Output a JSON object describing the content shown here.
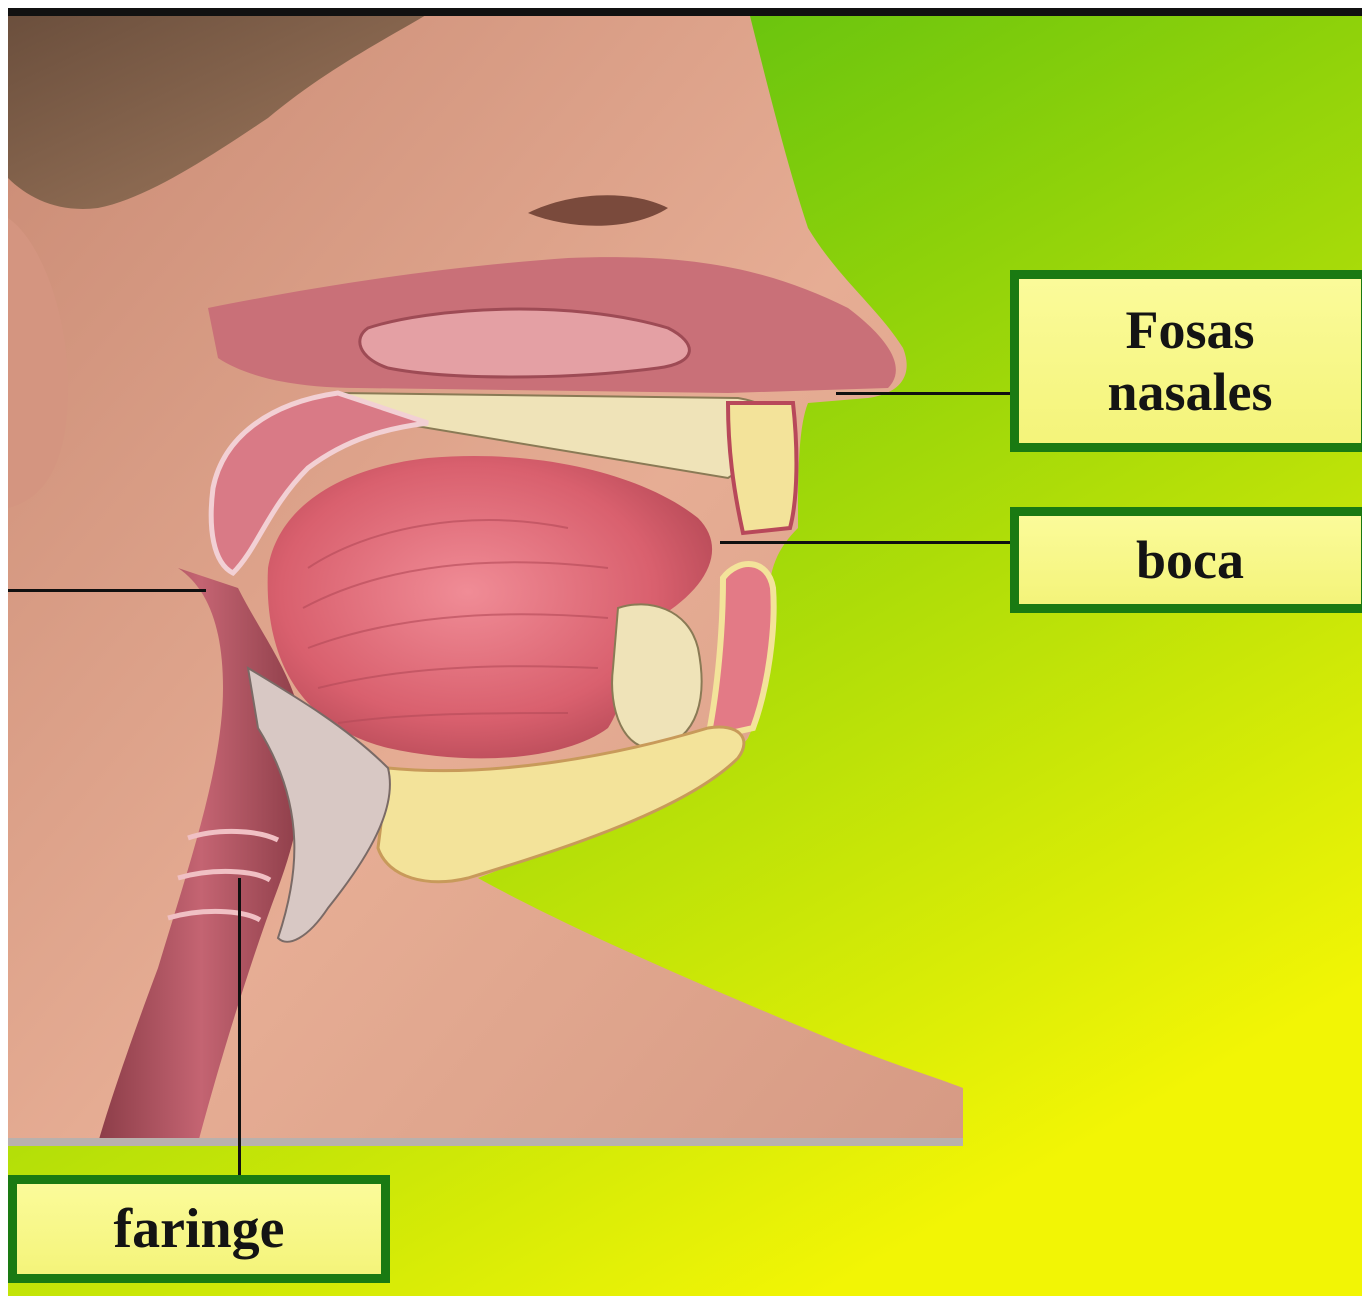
{
  "labels": {
    "fosas_nasales": {
      "line1": "Fosas",
      "line2": "nasales"
    },
    "boca": "boca",
    "faringe": "faringe"
  },
  "colors": {
    "background_top": "#4fbf12",
    "background_bottom": "#f2f505",
    "label_border": "#1a7a12",
    "label_fill": "#f8f88a",
    "skin": "#e0a38a",
    "tissue": "#c85a64",
    "tongue": "#d96b78",
    "fat_layer": "#f3e39a",
    "bone": "#efe3b8",
    "leader_line": "#101010"
  }
}
